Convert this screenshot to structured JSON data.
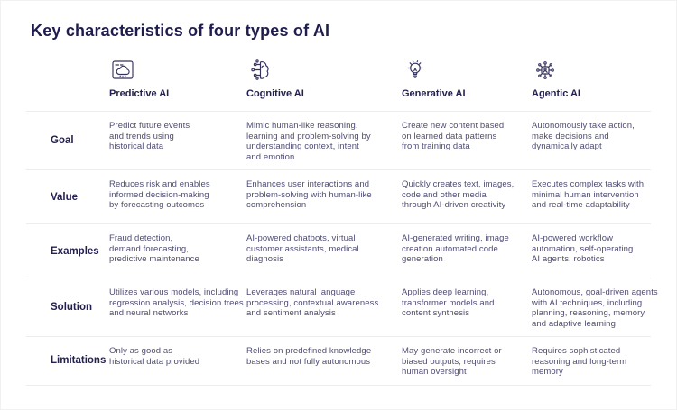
{
  "page": {
    "title": "Key characteristics of four types of AI"
  },
  "colors": {
    "heading_text": "#1f1c4e",
    "body_text": "#4e4c72",
    "divider": "#ededed",
    "background": "#ffffff",
    "icon_stroke": "#35325f"
  },
  "table": {
    "columns": [
      {
        "label": "Predictive AI",
        "icon": "browser-cloud-icon"
      },
      {
        "label": "Cognitive AI",
        "icon": "brain-circuit-icon"
      },
      {
        "label": "Generative AI",
        "icon": "lightbulb-icon"
      },
      {
        "label": "Agentic AI",
        "icon": "agent-network-icon"
      }
    ],
    "rows": [
      {
        "label": "Goal",
        "cells": [
          "Predict future events\nand trends using\nhistorical data",
          "Mimic human-like reasoning,\nlearning and problem-solving by\nunderstanding context, intent\nand emotion",
          "Create new content based\non learned data patterns\nfrom training data",
          "Autonomously take action,\nmake decisions and\ndynamically adapt"
        ]
      },
      {
        "label": "Value",
        "cells": [
          "Reduces risk and enables\ninformed decision-making\nby forecasting outcomes",
          "Enhances user interactions and\nproblem-solving with human-like\ncomprehension",
          "Quickly creates text, images,\ncode and other media\nthrough AI-driven creativity",
          "Executes complex tasks with\nminimal human intervention\nand real-time adaptability"
        ]
      },
      {
        "label": "Examples",
        "cells": [
          "Fraud detection,\ndemand forecasting,\npredictive maintenance",
          "AI-powered chatbots, virtual\ncustomer assistants, medical\ndiagnosis",
          "AI-generated writing, image\ncreation automated code\ngeneration",
          "AI-powered workflow\nautomation, self-operating\nAI agents, robotics"
        ]
      },
      {
        "label": "Solution",
        "cells": [
          "Utilizes various models, including\nregression analysis, decision trees\nand neural networks",
          "Leverages natural language\nprocessing, contextual awareness\nand sentiment analysis",
          "Applies deep learning,\ntransformer models and\ncontent synthesis",
          "Autonomous, goal-driven agents\nwith AI techniques, including\nplanning, reasoning, memory\nand adaptive learning"
        ]
      },
      {
        "label": "Limitations",
        "cells": [
          "Only as good as\nhistorical data provided",
          "Relies on predefined knowledge\nbases and not fully autonomous",
          "May generate incorrect or\nbiased outputs; requires\nhuman oversight",
          "Requires sophisticated\nreasoning and long-term\nmemory"
        ]
      }
    ]
  }
}
